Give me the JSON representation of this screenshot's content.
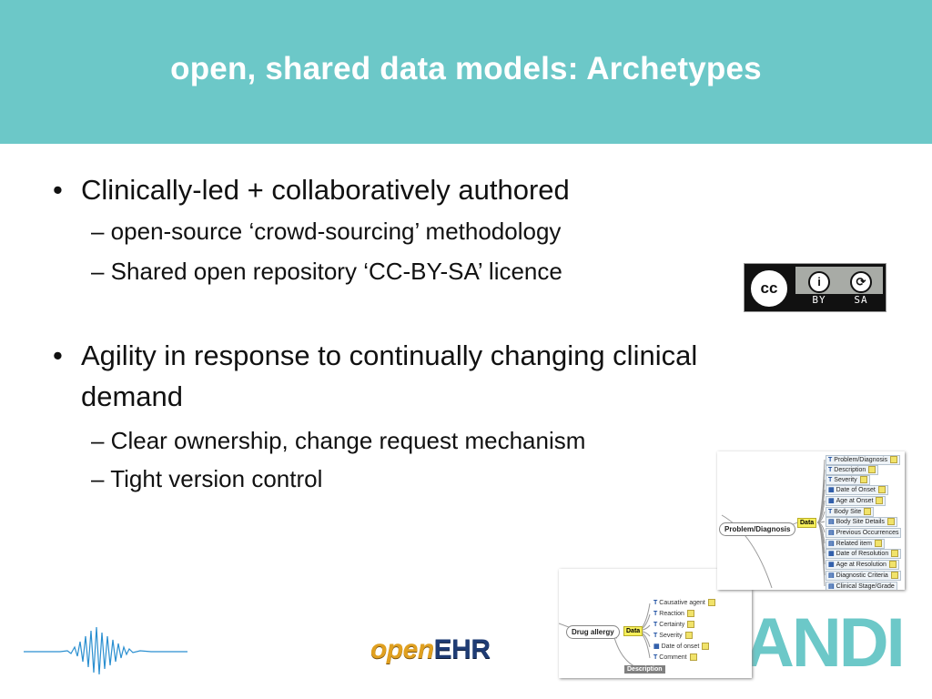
{
  "title": "open, shared data models: Archetypes",
  "colors": {
    "header_bg": "#6cc8c8",
    "title_text": "#ffffff",
    "andi_logo": "#6cc8c8",
    "openehr_open": "#e0a020",
    "openehr_ehr": "#1f3c74"
  },
  "bullets": [
    {
      "text": "Clinically-led + collaboratively authored",
      "subs": [
        "– open-source ‘crowd-sourcing’ methodology",
        "– Shared open repository  ‘CC-BY-SA’ licence"
      ]
    },
    {
      "line1": "Agility in response to continually changing clinical",
      "line2": "demand",
      "subs": [
        "– Clear ownership, change request mechanism",
        "– Tight version control"
      ]
    }
  ],
  "cc_badge": {
    "logo": "cc",
    "by_icon": "i",
    "sa_icon": "⟳",
    "by_label": "BY",
    "sa_label": "SA"
  },
  "mindmap_problem": {
    "root": "Problem/Diagnosis",
    "data_label": "Data",
    "items": [
      "Problem/Diagnosis",
      "Description",
      "Severity",
      "Date of Onset",
      "Age at Onset",
      "Body Site",
      "Body Site Details",
      "Previous Occurrences",
      "Related item",
      "Date of Resolution",
      "Age at Resolution",
      "Diagnostic Criteria",
      "Clinical Stage/Grade"
    ]
  },
  "mindmap_drug": {
    "root": "Drug allergy",
    "data_label": "Data",
    "items": [
      "Causative agent",
      "Reaction",
      "Certainty",
      "Severity",
      "Date of onset",
      "Comment"
    ],
    "description_label": "Description"
  },
  "logos": {
    "openehr_part1": "open",
    "openehr_part2": "EHR",
    "andi": "ANDI"
  }
}
